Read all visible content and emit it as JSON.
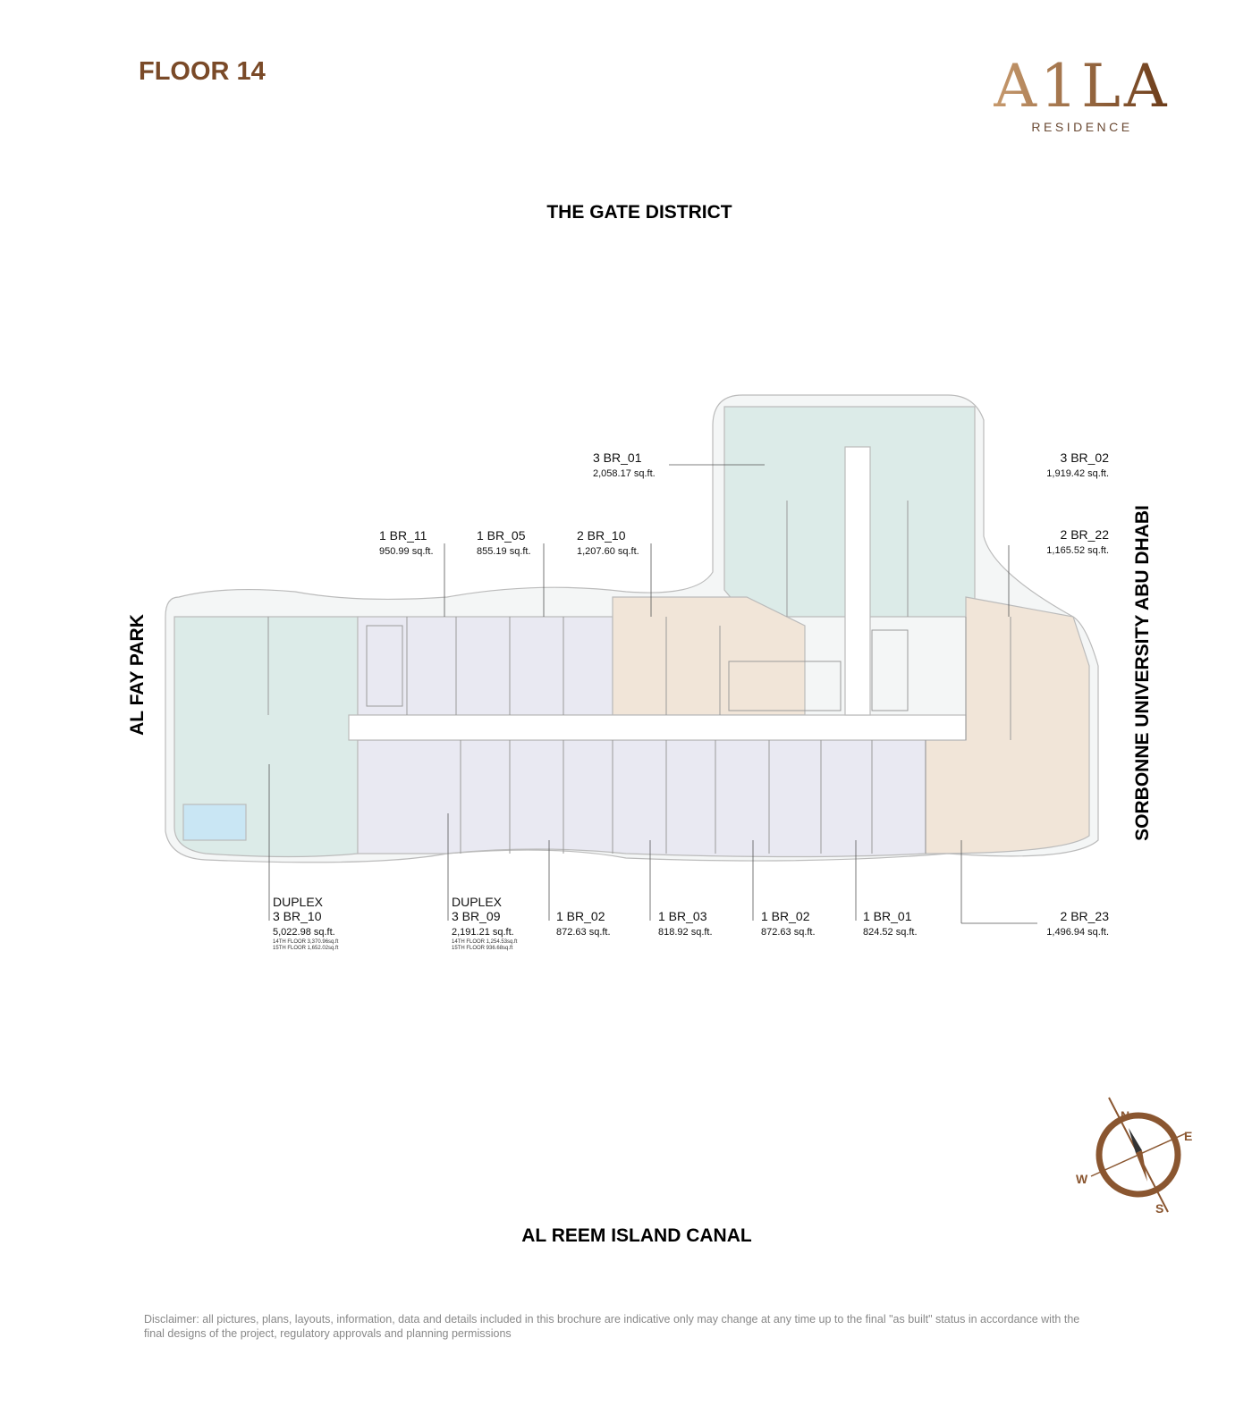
{
  "header": {
    "floor_title": "FLOOR 14",
    "logo": {
      "mark": "A1LA",
      "subtitle": "RESIDENCE"
    }
  },
  "directions": {
    "north": "THE GATE DISTRICT",
    "south": "AL REEM ISLAND CANAL",
    "west": "AL FAY PARK",
    "east": "SORBONNE UNIVERSITY ABU DHABI"
  },
  "units": [
    {
      "id": "3br01",
      "name": "3 BR_01",
      "area": "2,058.17 sq.ft."
    },
    {
      "id": "3br02",
      "name": "3 BR_02",
      "area": "1,919.42 sq.ft."
    },
    {
      "id": "1br11",
      "name": "1 BR_11",
      "area": "950.99 sq.ft."
    },
    {
      "id": "1br05",
      "name": "1 BR_05",
      "area": "855.19 sq.ft."
    },
    {
      "id": "2br10",
      "name": "2 BR_10",
      "area": "1,207.60 sq.ft."
    },
    {
      "id": "2br22",
      "name": "2 BR_22",
      "area": "1,165.52 sq.ft."
    },
    {
      "id": "dup10",
      "type": "DUPLEX",
      "name": "3 BR_10",
      "area": "5,022.98 sq.ft.",
      "floors": [
        "14TH FLOOR 3,370.96sq.ft",
        "15TH FLOOR 1,652.02sq.ft"
      ]
    },
    {
      "id": "dup09",
      "type": "DUPLEX",
      "name": "3 BR_09",
      "area": "2,191.21 sq.ft.",
      "floors": [
        "14TH FLOOR 1,254.53sq.ft",
        "15TH FLOOR 936.68sq.ft"
      ]
    },
    {
      "id": "1br02a",
      "name": "1 BR_02",
      "area": "872.63 sq.ft."
    },
    {
      "id": "1br03",
      "name": "1 BR_03",
      "area": "818.92 sq.ft."
    },
    {
      "id": "1br02b",
      "name": "1 BR_02",
      "area": "872.63 sq.ft."
    },
    {
      "id": "1br01",
      "name": "1 BR_01",
      "area": "824.52 sq.ft."
    },
    {
      "id": "2br23",
      "name": "2 BR_23",
      "area": "1,496.94 sq.ft."
    }
  ],
  "compass": {
    "n": "N",
    "e": "E",
    "s": "S",
    "w": "W"
  },
  "colors": {
    "brand": "#7a4a28",
    "zone_teal": "#dcebe8",
    "zone_lavender": "#e9e9f2",
    "zone_beige": "#f1e5d8"
  },
  "disclaimer": "Disclaimer: all pictures, plans, layouts, information, data and details included in this brochure are indicative only may change at any time up to the final \"as built\" status in accordance with the final designs of the project, regulatory approvals and planning permissions"
}
